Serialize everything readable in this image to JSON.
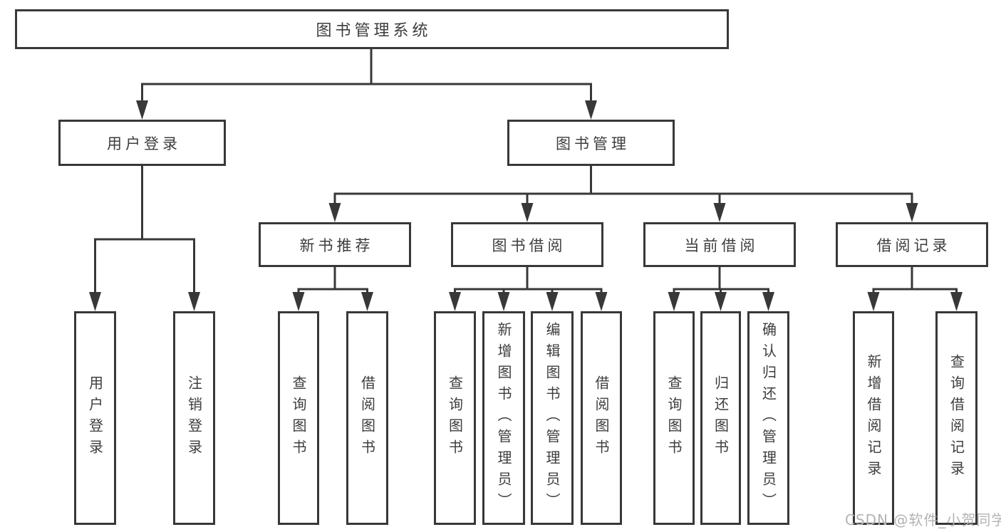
{
  "tree": {
    "label": "图书管理系统",
    "children": [
      {
        "label": "用户登录",
        "children": [
          {
            "label": "用户登录"
          },
          {
            "label": "注销登录"
          }
        ]
      },
      {
        "label": "图书管理",
        "children": [
          {
            "label": "新书推荐",
            "children": [
              {
                "label": "查询图书"
              },
              {
                "label": "借阅图书"
              }
            ]
          },
          {
            "label": "图书借阅",
            "children": [
              {
                "label": "查询图书"
              },
              {
                "label": "新增图书（管理员）"
              },
              {
                "label": "编辑图书（管理员）"
              },
              {
                "label": "借阅图书"
              }
            ]
          },
          {
            "label": "当前借阅",
            "children": [
              {
                "label": "查询图书"
              },
              {
                "label": "归还图书"
              },
              {
                "label": "确认归还（管理员）"
              }
            ]
          },
          {
            "label": "借阅记录",
            "children": [
              {
                "label": "新增借阅记录"
              },
              {
                "label": "查询借阅记录"
              }
            ]
          }
        ]
      }
    ]
  },
  "watermark": "CSDN @软件_小贺同学",
  "colors": {
    "line": "#383838",
    "box_border": "#383838",
    "text": "#3d3d3d",
    "watermark": "#b3b3b3",
    "background": "#ffffff"
  }
}
